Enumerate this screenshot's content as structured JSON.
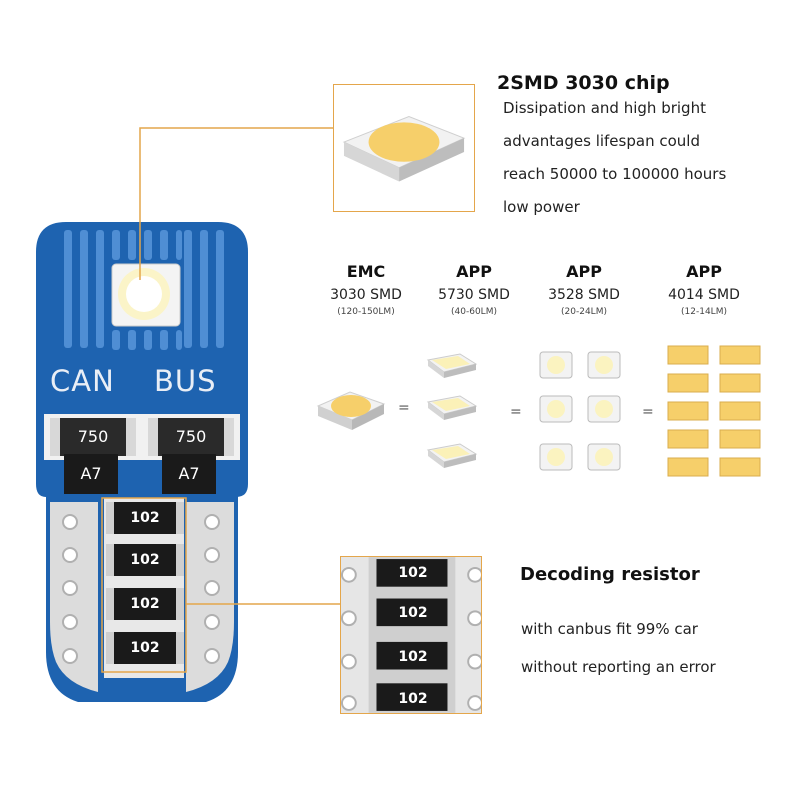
{
  "board": {
    "silkscreen_left": "CAN",
    "silkscreen_right": "BUS",
    "components": [
      "750",
      "750"
    ],
    "chips": [
      "A7",
      "A7"
    ],
    "resistors": [
      "102",
      "102",
      "102",
      "102"
    ]
  },
  "chip_callout": {
    "title": "2SMD  3030 chip",
    "lines": [
      "Dissipation and high bright",
      "advantages lifespan could",
      "reach 50000 to 100000 hours",
      "low power"
    ]
  },
  "comparison": [
    {
      "brand": "EMC",
      "model": "3030 SMD",
      "lumen": "(120-150LM)"
    },
    {
      "brand": "APP",
      "model": "5730 SMD",
      "lumen": "(40-60LM)"
    },
    {
      "brand": "APP",
      "model": "3528 SMD",
      "lumen": "(20-24LM)"
    },
    {
      "brand": "APP",
      "model": "4014 SMD",
      "lumen": "(12-14LM)"
    }
  ],
  "equals_symbol": "=",
  "resistor_callout": {
    "title": "Decoding resistor",
    "lines": [
      "with canbus fit 99% car",
      "without reporting an error"
    ],
    "zoom_labels": [
      "102",
      "102",
      "102",
      "102"
    ]
  },
  "colors": {
    "pcb_blue": "#1e63b0",
    "accent_orange": "#e4a64b",
    "led_yellow": "#f6cf6a"
  }
}
